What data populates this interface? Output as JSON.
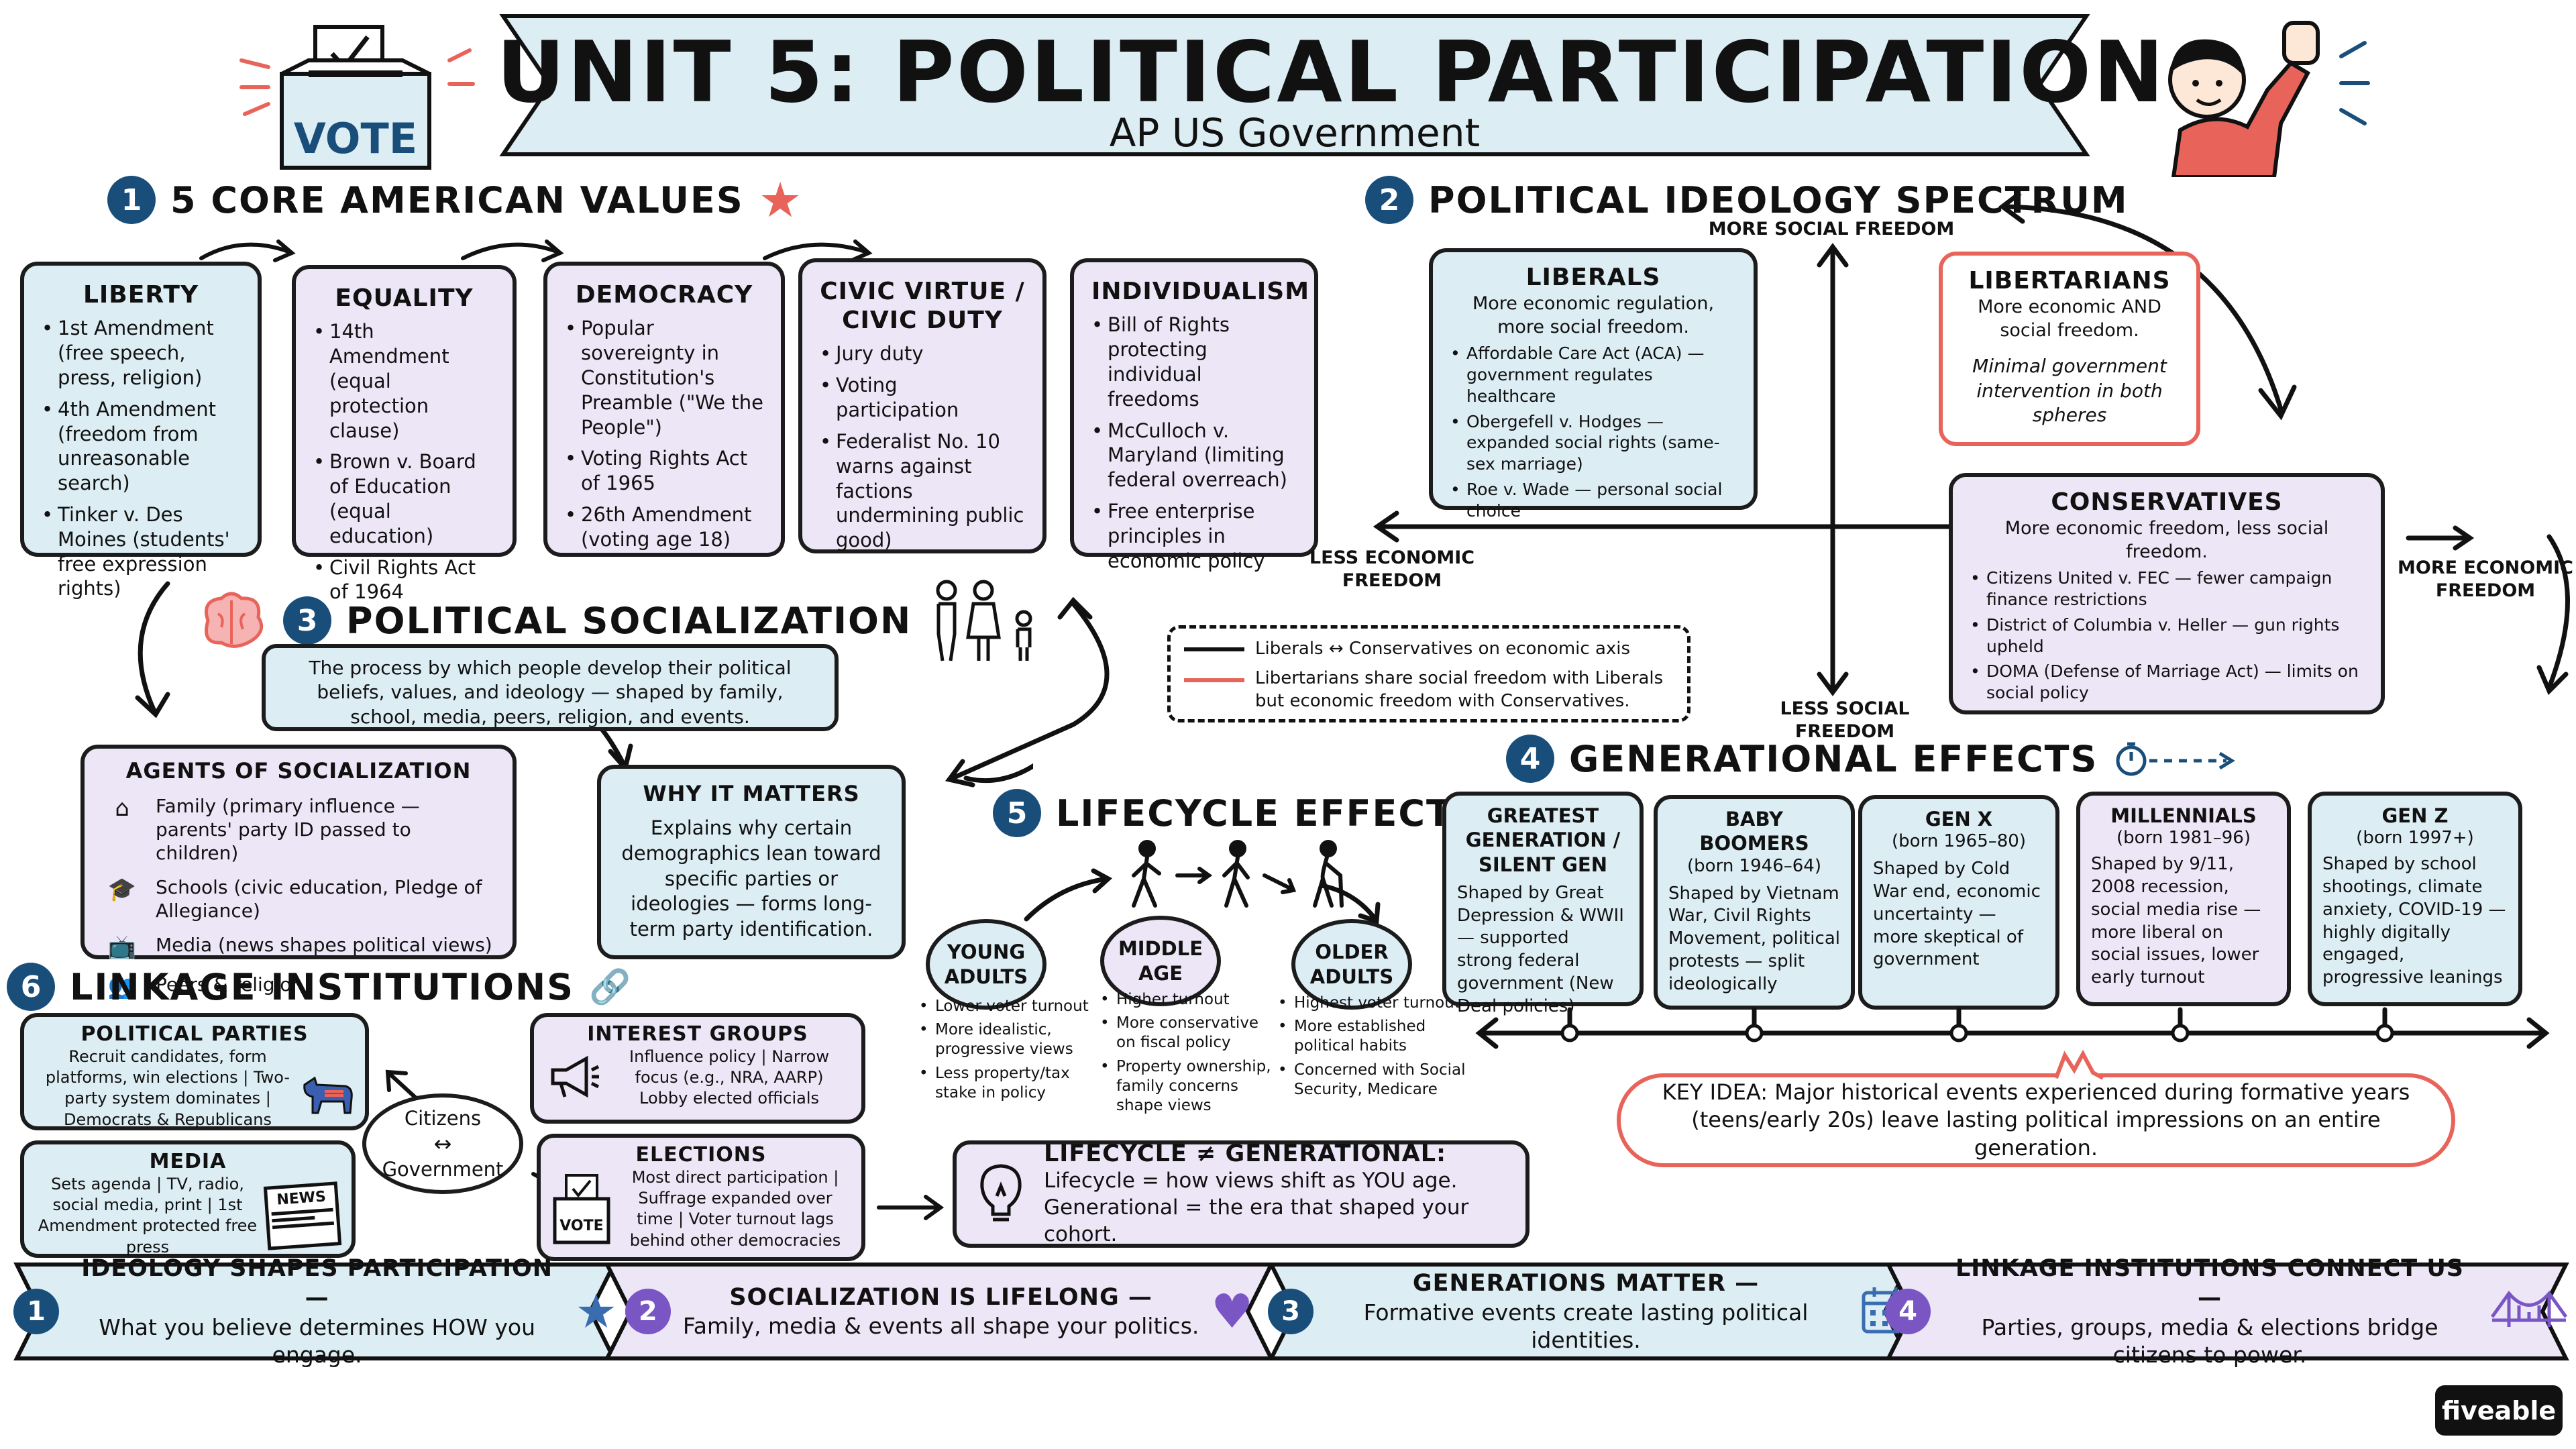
{
  "header": {
    "title": "UNIT 5: POLITICAL PARTICIPATION",
    "subtitle": "AP US Government",
    "vote_label": "VOTE"
  },
  "section1": {
    "num": "1",
    "title": "5 CORE AMERICAN VALUES",
    "cards": [
      {
        "title": "LIBERTY",
        "items": [
          "1st Amendment (free speech, press, religion)",
          "4th Amendment (freedom from unreasonable search)",
          "Tinker v. Des Moines (students' free expression rights)"
        ]
      },
      {
        "title": "EQUALITY",
        "items": [
          "14th Amendment (equal protection clause)",
          "Brown v. Board of Education (equal education)",
          "Civil Rights Act of 1964"
        ]
      },
      {
        "title": "DEMOCRACY",
        "items": [
          "Popular sovereignty in Constitution's Preamble (\"We the People\")",
          "Voting Rights Act of 1965",
          "26th Amendment (voting age 18)"
        ]
      },
      {
        "title": "CIVIC VIRTUE / CIVIC DUTY",
        "items": [
          "Jury duty",
          "Voting participation",
          "Federalist No. 10 warns against factions undermining public good)"
        ]
      },
      {
        "title": "INDIVIDUALISM",
        "items": [
          "Bill of Rights protecting individual freedoms",
          "McCulloch v. Maryland (limiting federal overreach)",
          "Free enterprise principles in economic policy"
        ]
      }
    ]
  },
  "section2": {
    "num": "2",
    "title": "POLITICAL IDEOLOGY SPECTRUM",
    "axis": {
      "top": "MORE SOCIAL FREEDOM",
      "bottom": "LESS SOCIAL FREEDOM",
      "left": "LESS ECONOMIC FREEDOM",
      "right": "MORE ECONOMIC FREEDOM"
    },
    "liberals": {
      "title": "LIBERALS",
      "desc": "More economic regulation, more social freedom.",
      "items": [
        "Affordable Care Act (ACA) — government regulates healthcare",
        "Obergefell v. Hodges — expanded social rights (same-sex marriage)",
        "Roe v. Wade — personal social choice"
      ]
    },
    "libertarians": {
      "title": "LIBERTARIANS",
      "desc": "More economic AND social freedom.",
      "note": "Minimal government intervention in both spheres"
    },
    "conservatives": {
      "title": "CONSERVATIVES",
      "desc": "More economic freedom, less social freedom.",
      "items": [
        "Citizens United v. FEC — fewer campaign finance restrictions",
        "District of Columbia v. Heller — gun rights upheld",
        "DOMA (Defense of Marriage Act) — limits on social policy"
      ]
    },
    "legend": [
      "Liberals ↔ Conservatives on economic axis",
      "Libertarians share social freedom with Liberals but economic freedom with Conservatives."
    ]
  },
  "section3": {
    "num": "3",
    "title": "POLITICAL SOCIALIZATION",
    "definition": "The process by which people develop their political beliefs, values, and ideology — shaped by family, school, media, peers, religion, and events.",
    "agents_title": "AGENTS OF SOCIALIZATION",
    "agents": [
      {
        "icon": "house-icon",
        "text": "Family (primary influence — parents' party ID passed to children)"
      },
      {
        "icon": "graduation-cap-icon",
        "text": "Schools (civic education, Pledge of Allegiance)"
      },
      {
        "icon": "tv-icon",
        "text": "Media (news shapes political views)"
      },
      {
        "icon": "people-icon",
        "text": "Peers & religion"
      }
    ],
    "why_title": "WHY IT MATTERS",
    "why_text": "Explains why certain demographics lean toward specific parties or ideologies — forms long-term party identification."
  },
  "section4": {
    "num": "4",
    "title": "GENERATIONAL EFFECTS",
    "generations": [
      {
        "title": "GREATEST GENERATION / SILENT GEN",
        "years": "",
        "text": "Shaped by Great Depression & WWII — supported strong federal government (New Deal policies)"
      },
      {
        "title": "BABY BOOMERS",
        "years": "(born 1946–64)",
        "text": "Shaped by Vietnam War, Civil Rights Movement, political protests — split ideologically"
      },
      {
        "title": "GEN X",
        "years": "(born 1965–80)",
        "text": "Shaped by Cold War end, economic uncertainty — more skeptical of government"
      },
      {
        "title": "MILLENNIALS",
        "years": "(born 1981–96)",
        "text": "Shaped by 9/11, 2008 recession, social media rise — more liberal on social issues, lower early turnout"
      },
      {
        "title": "GEN Z",
        "years": "(born 1997+)",
        "text": "Shaped by school shootings, climate anxiety, COVID-19 — highly digitally engaged, progressive leanings"
      }
    ],
    "key_idea": "KEY IDEA: Major historical events experienced during formative years (teens/early 20s) leave lasting political impressions on an entire generation."
  },
  "section5": {
    "num": "5",
    "title": "LIFECYCLE EFFECTS",
    "stages": [
      {
        "title": "YOUNG ADULTS",
        "items": [
          "Lower voter turnout",
          "More idealistic, progressive views",
          "Less property/tax stake in policy"
        ]
      },
      {
        "title": "MIDDLE AGE",
        "items": [
          "Higher turnout",
          "More conservative on fiscal policy",
          "Property ownership, family concerns shape views"
        ]
      },
      {
        "title": "OLDER ADULTS",
        "items": [
          "Highest voter turnout",
          "More established political habits",
          "Concerned with Social Security, Medicare"
        ]
      }
    ],
    "compare_title": "LIFECYCLE ≠ GENERATIONAL:",
    "compare_lines": [
      "Lifecycle = how views shift as YOU age.",
      "Generational = the era that shaped your cohort."
    ]
  },
  "section6": {
    "num": "6",
    "title": "LINKAGE INSTITUTIONS",
    "center": [
      "Citizens",
      "↔",
      "Government"
    ],
    "parties": {
      "title": "POLITICAL PARTIES",
      "text": "Recruit candidates, form platforms, win elections | Two-party system dominates | Democrats & Republicans"
    },
    "interest": {
      "title": "INTEREST GROUPS",
      "text": "Influence policy | Narrow focus (e.g., NRA, AARP) Lobby elected officials"
    },
    "media": {
      "title": "MEDIA",
      "text": "Sets agenda | TV, radio, social media, print | 1st Amendment protected free press",
      "news_label": "NEWS"
    },
    "elections": {
      "title": "ELECTIONS",
      "text": "Most direct participation | Suffrage expanded over time | Voter turnout lags behind other democracies",
      "vote_label": "VOTE"
    }
  },
  "takeaways": [
    {
      "num": "1",
      "title": "IDEOLOGY SHAPES PARTICIPATION —",
      "text": "What you believe determines HOW you engage.",
      "icon": "star-icon"
    },
    {
      "num": "2",
      "title": "SOCIALIZATION IS LIFELONG —",
      "text": "Family, media & events all shape your politics.",
      "icon": "heart-icon"
    },
    {
      "num": "3",
      "title": "GENERATIONS MATTER —",
      "text": "Formative events create lasting political identities.",
      "icon": "calendar-icon"
    },
    {
      "num": "4",
      "title": "LINKAGE INSTITUTIONS CONNECT US —",
      "text": "Parties, groups, media & elections bridge citizens to power.",
      "icon": "bridge-icon"
    }
  ],
  "brand": "fiveable",
  "colors": {
    "navy": "#1a4e7a",
    "blue_fill": "#dcedf4",
    "purple_fill": "#ece6f7",
    "accent_red": "#e8645a",
    "purple_accent": "#7a55c4"
  }
}
